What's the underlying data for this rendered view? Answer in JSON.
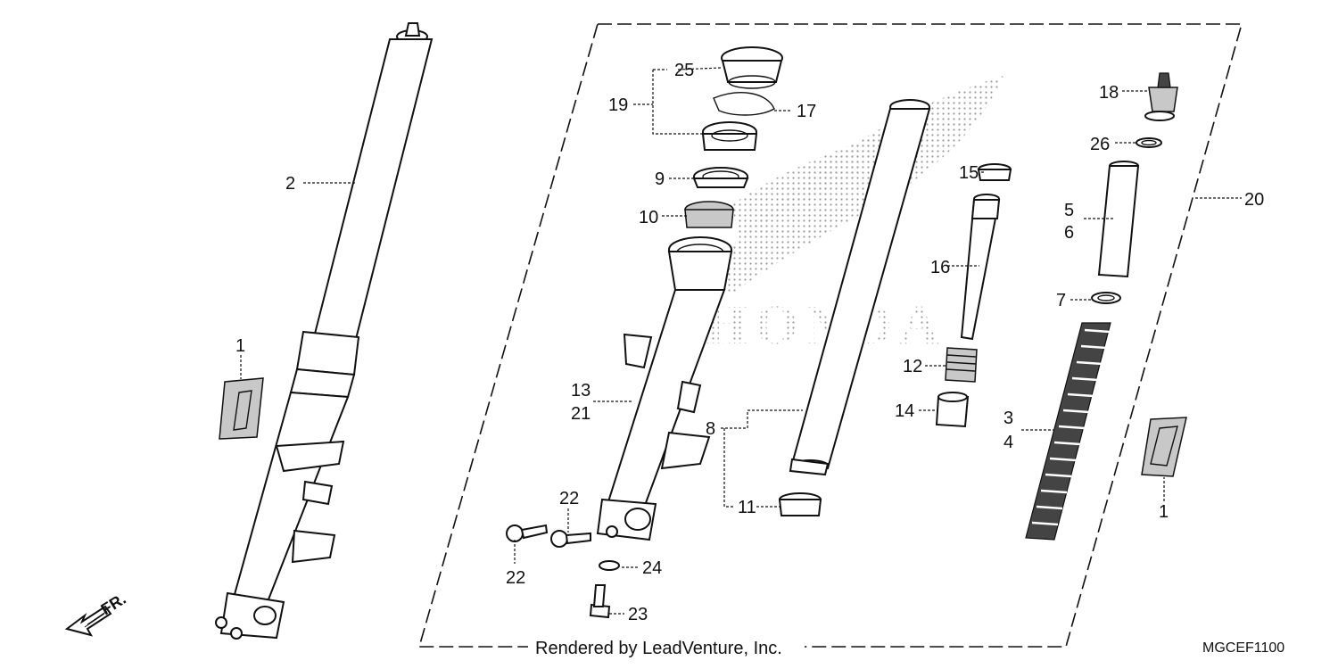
{
  "diagram": {
    "watermark_brand": "HONDA",
    "footer_credit": "Rendered by LeadVenture, Inc.",
    "diagram_code": "MGCEF1100",
    "direction_label": "FR.",
    "callouts": {
      "c1a": "1",
      "c1b": "1",
      "c2": "2",
      "c3": "3",
      "c4": "4",
      "c5": "5",
      "c6": "6",
      "c7": "7",
      "c8": "8",
      "c9": "9",
      "c10": "10",
      "c11": "11",
      "c12": "12",
      "c13": "13",
      "c14": "14",
      "c15": "15",
      "c16": "16",
      "c17": "17",
      "c18": "18",
      "c19": "19",
      "c20": "20",
      "c21": "21",
      "c22a": "22",
      "c22b": "22",
      "c23": "23",
      "c24": "24",
      "c25": "25",
      "c26": "26"
    }
  }
}
